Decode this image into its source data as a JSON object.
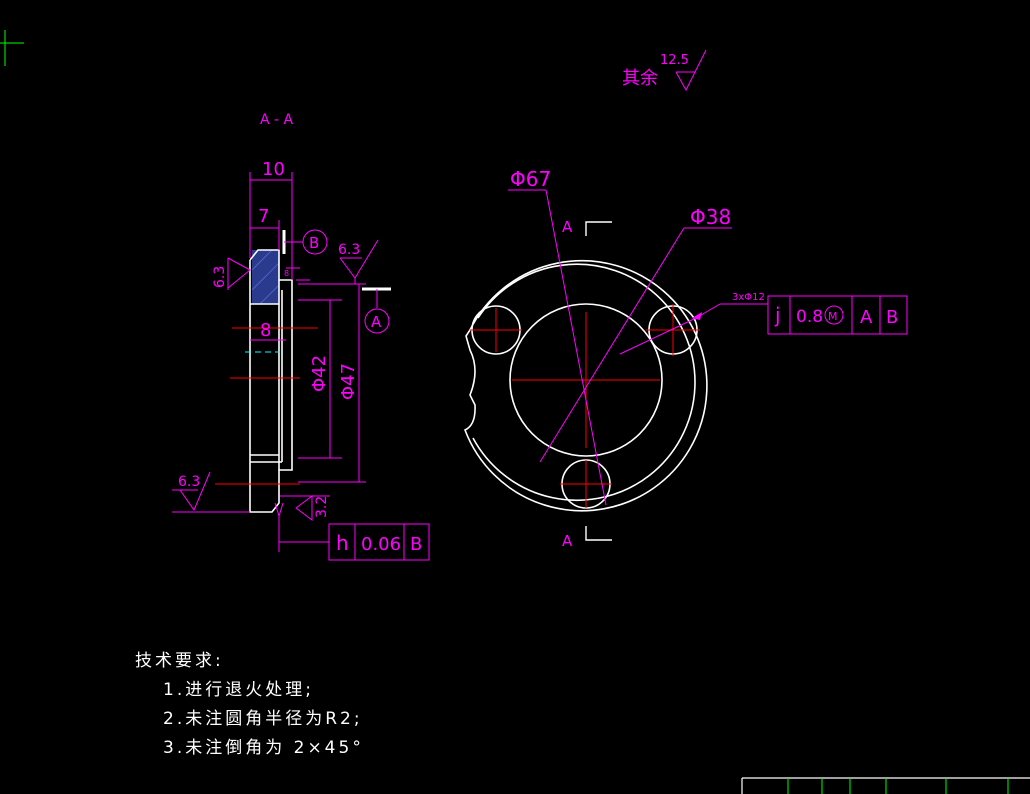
{
  "colors": {
    "background": "#000000",
    "outline": "#ffffff",
    "dimension": "#ff00ff",
    "centerline": "#ff0000",
    "hatch": "#2a3a8c",
    "hidden": "#00ffff",
    "crosshair": "#00ff00"
  },
  "section_label": "A - A",
  "surface_finish": {
    "other_prefix": "其余",
    "other_value": "12.5",
    "top_value": "6.3",
    "left_value": "6.3",
    "bottom_value": "6.3",
    "inner_value": "3.2"
  },
  "datums": {
    "b": "B",
    "a": "A"
  },
  "dimensions": {
    "width_10": "10",
    "width_7": "7",
    "width_8": "8",
    "dia_42": "Φ42",
    "dia_47": "Φ47",
    "dia_67": "Φ67",
    "dia_38": "Φ38",
    "holes": "3xΦ12",
    "small_mark": "8"
  },
  "section_marks": {
    "top": "A",
    "bottom": "A"
  },
  "tolerance_frames": {
    "runout": {
      "symbol": "h",
      "value": "0.06",
      "datum": "B"
    },
    "position": {
      "symbol": "j",
      "value": "0.8",
      "modifier": "M",
      "datum1": "A",
      "datum2": "B"
    }
  },
  "notes": {
    "title": "技术要求:",
    "items": [
      "1.进行退火处理;",
      "2.未注圆角半径为R2;",
      "3.未注倒角为  2×45°"
    ]
  }
}
